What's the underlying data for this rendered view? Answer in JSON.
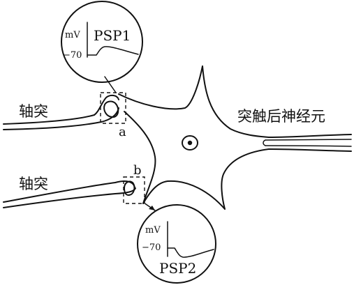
{
  "labels": {
    "axon_upper": "轴突",
    "axon_lower": "轴突",
    "postsynaptic_neuron": "突触后神经元",
    "synapse_a": "a",
    "synapse_b": "b"
  },
  "insets": {
    "psp1": {
      "title": "PSP1",
      "unit": "mV",
      "baseline": "−70"
    },
    "psp2": {
      "title": "PSP2",
      "unit": "mV",
      "baseline": "−70"
    }
  }
}
